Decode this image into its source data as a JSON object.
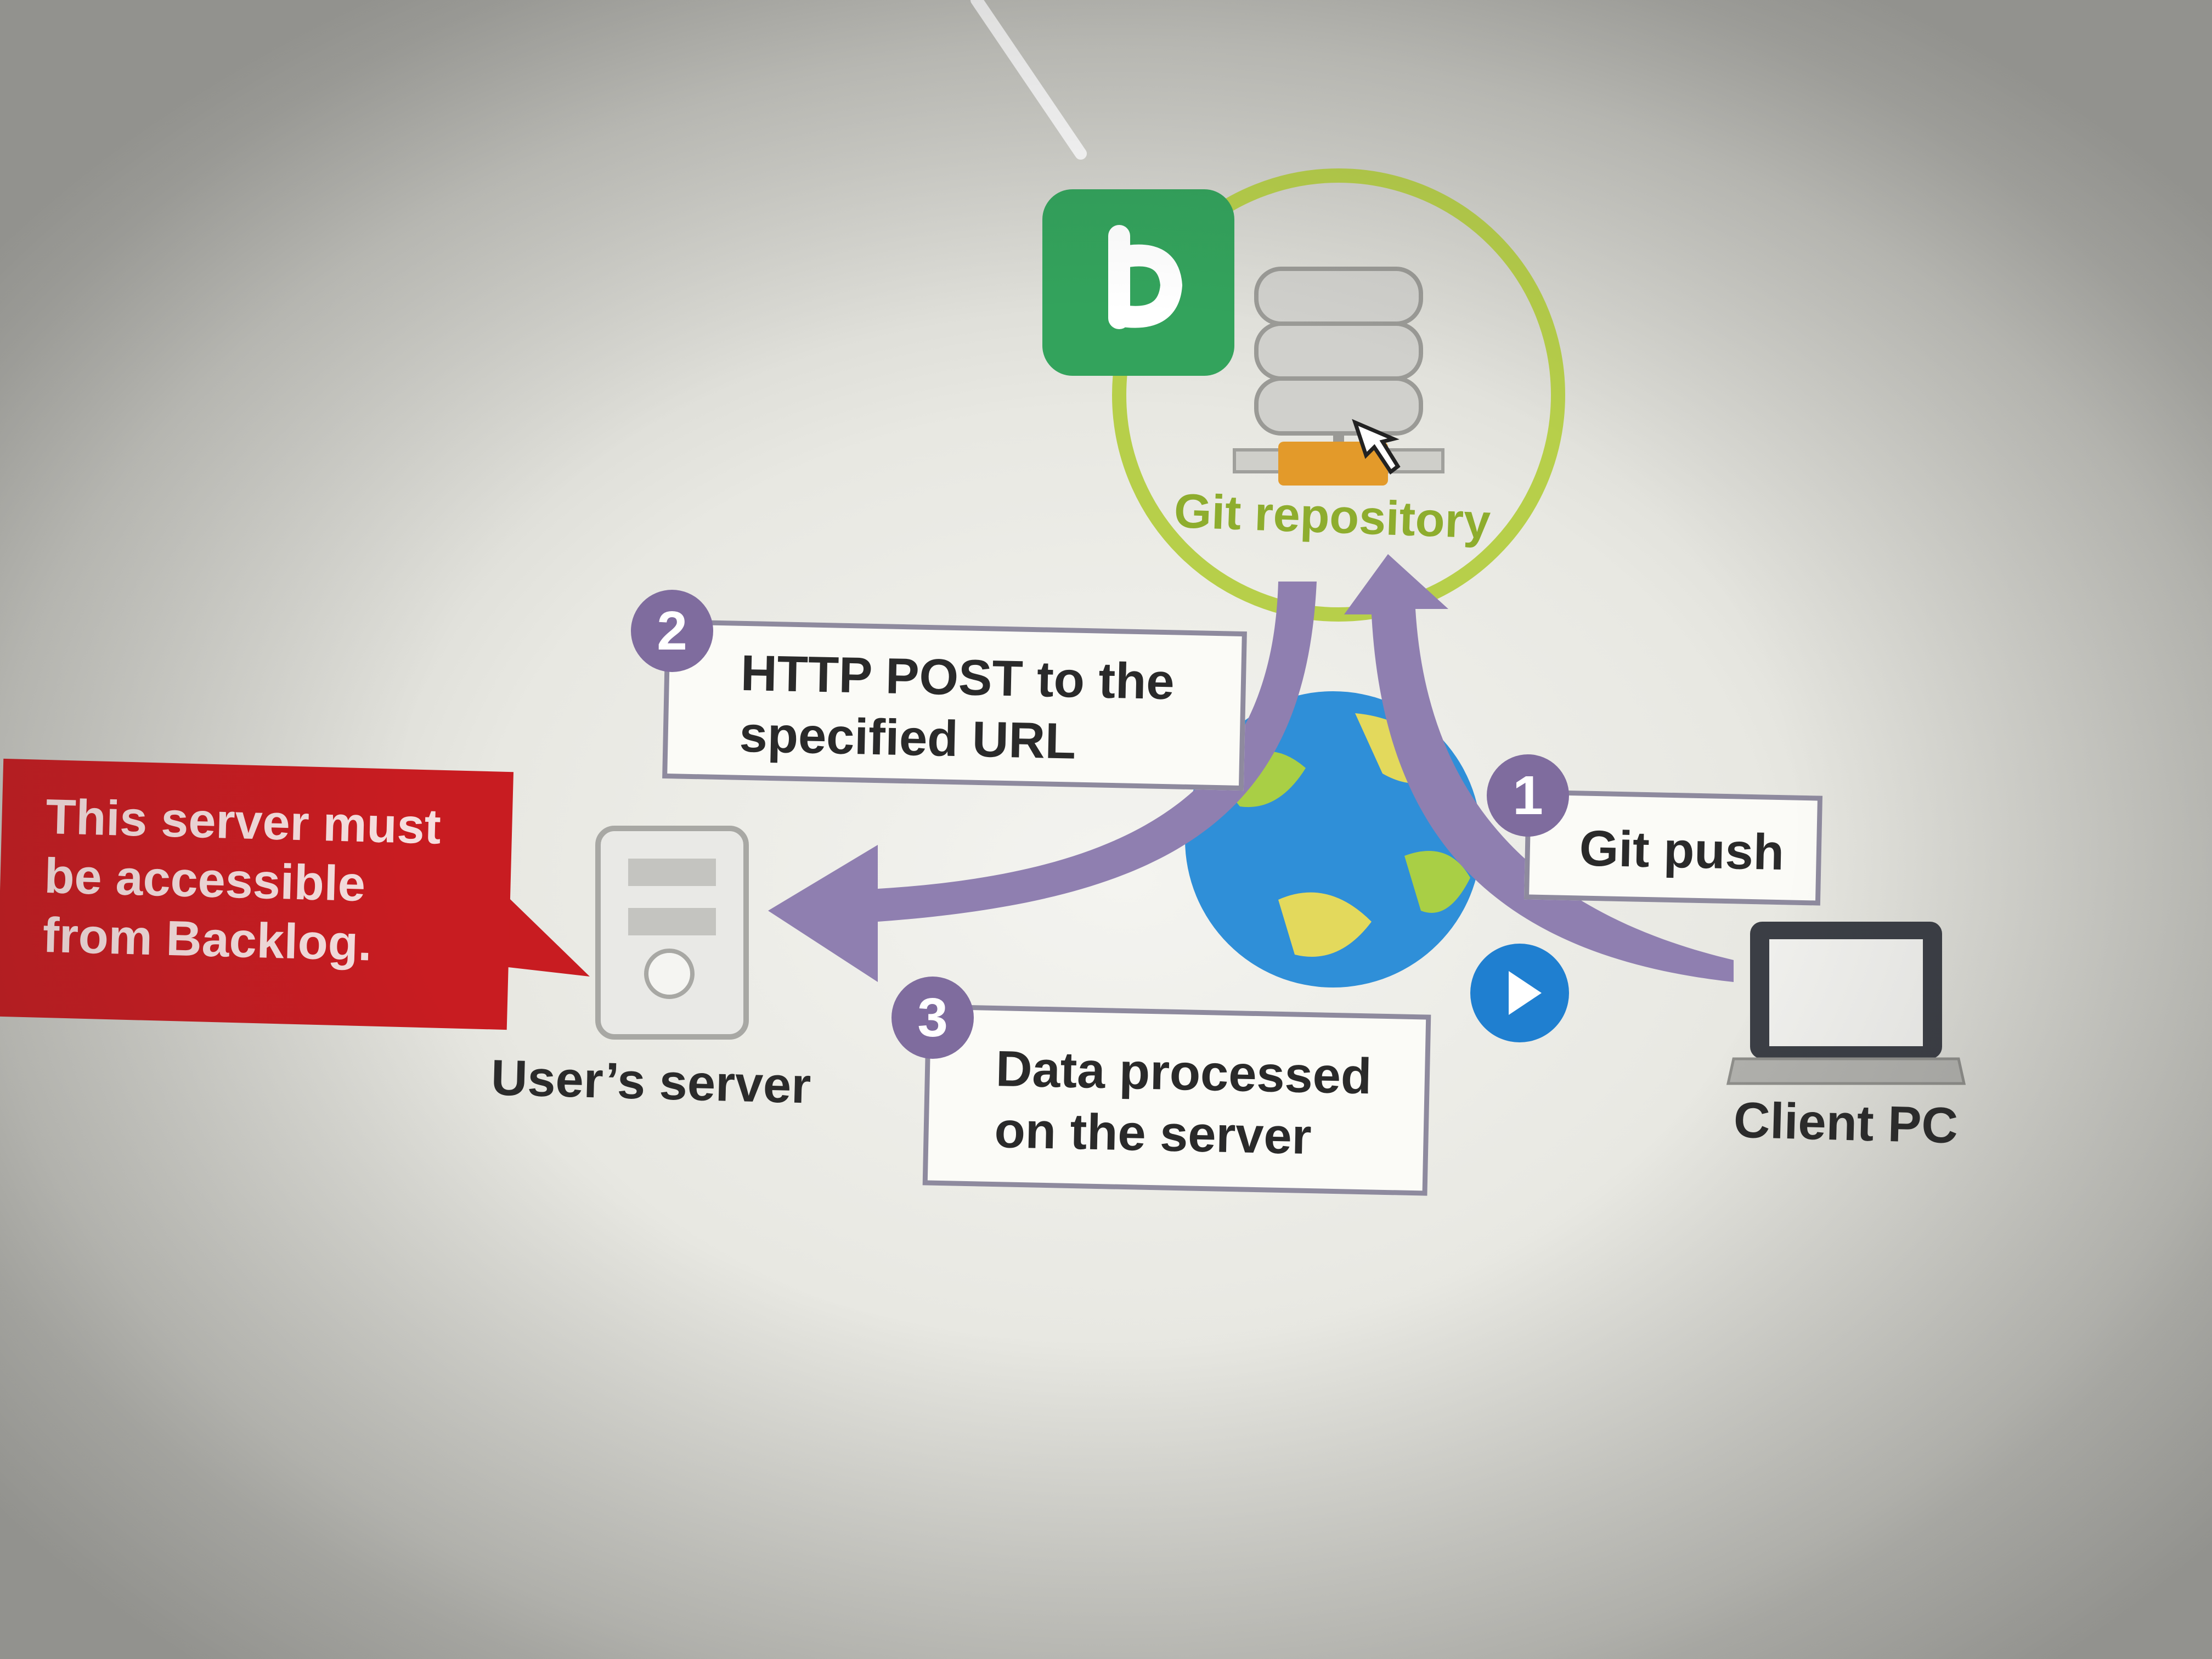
{
  "git_repository": {
    "label": "Git repository",
    "logo_icon": "backlog-logo-icon",
    "ring_color": "#b7cf4a",
    "logo_color": "#33a35c"
  },
  "steps": [
    {
      "number": "1",
      "label_lines": [
        "Git push"
      ]
    },
    {
      "number": "2",
      "label_lines": [
        "HTTP POST to the",
        "specified URL"
      ]
    },
    {
      "number": "3",
      "label_lines": [
        "Data processed",
        "on the server"
      ]
    }
  ],
  "users_server": {
    "label": "User’s server",
    "icon": "server-tower-icon"
  },
  "client_pc": {
    "label": "Client PC",
    "icon": "laptop-icon"
  },
  "callout": {
    "lines": [
      "This server must",
      "be accessible",
      "from Backlog."
    ],
    "color": "#c81c21"
  },
  "globe_icon": "globe-icon",
  "play_button_icon": "play-icon",
  "arrow_color": "#8f7fb0",
  "accent_purple": "#7f6c9e"
}
